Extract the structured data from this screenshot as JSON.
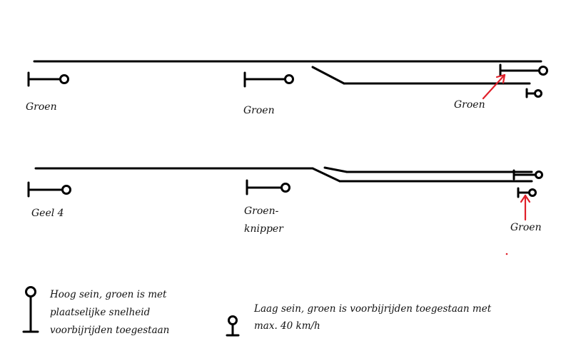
{
  "labels": {
    "top_left": "Groen",
    "top_middle": "Groen",
    "top_right": "Groen",
    "bottom_left": "Geel 4",
    "bottom_middle_line1": "Groen-",
    "bottom_middle_line2": "knipper",
    "bottom_right": "Groen"
  },
  "legend": {
    "high_signal_line1": "Hoog sein, groen is met",
    "high_signal_line2": "plaatselijke snelheid",
    "high_signal_line3": "voorbijrijden toegestaan",
    "low_signal_line1": "Laag sein, groen is voorbijrijden toegestaan met",
    "low_signal_line2": "max. 40 km/h"
  },
  "colors": {
    "track": "#000000",
    "arrow": "#e0202a"
  }
}
